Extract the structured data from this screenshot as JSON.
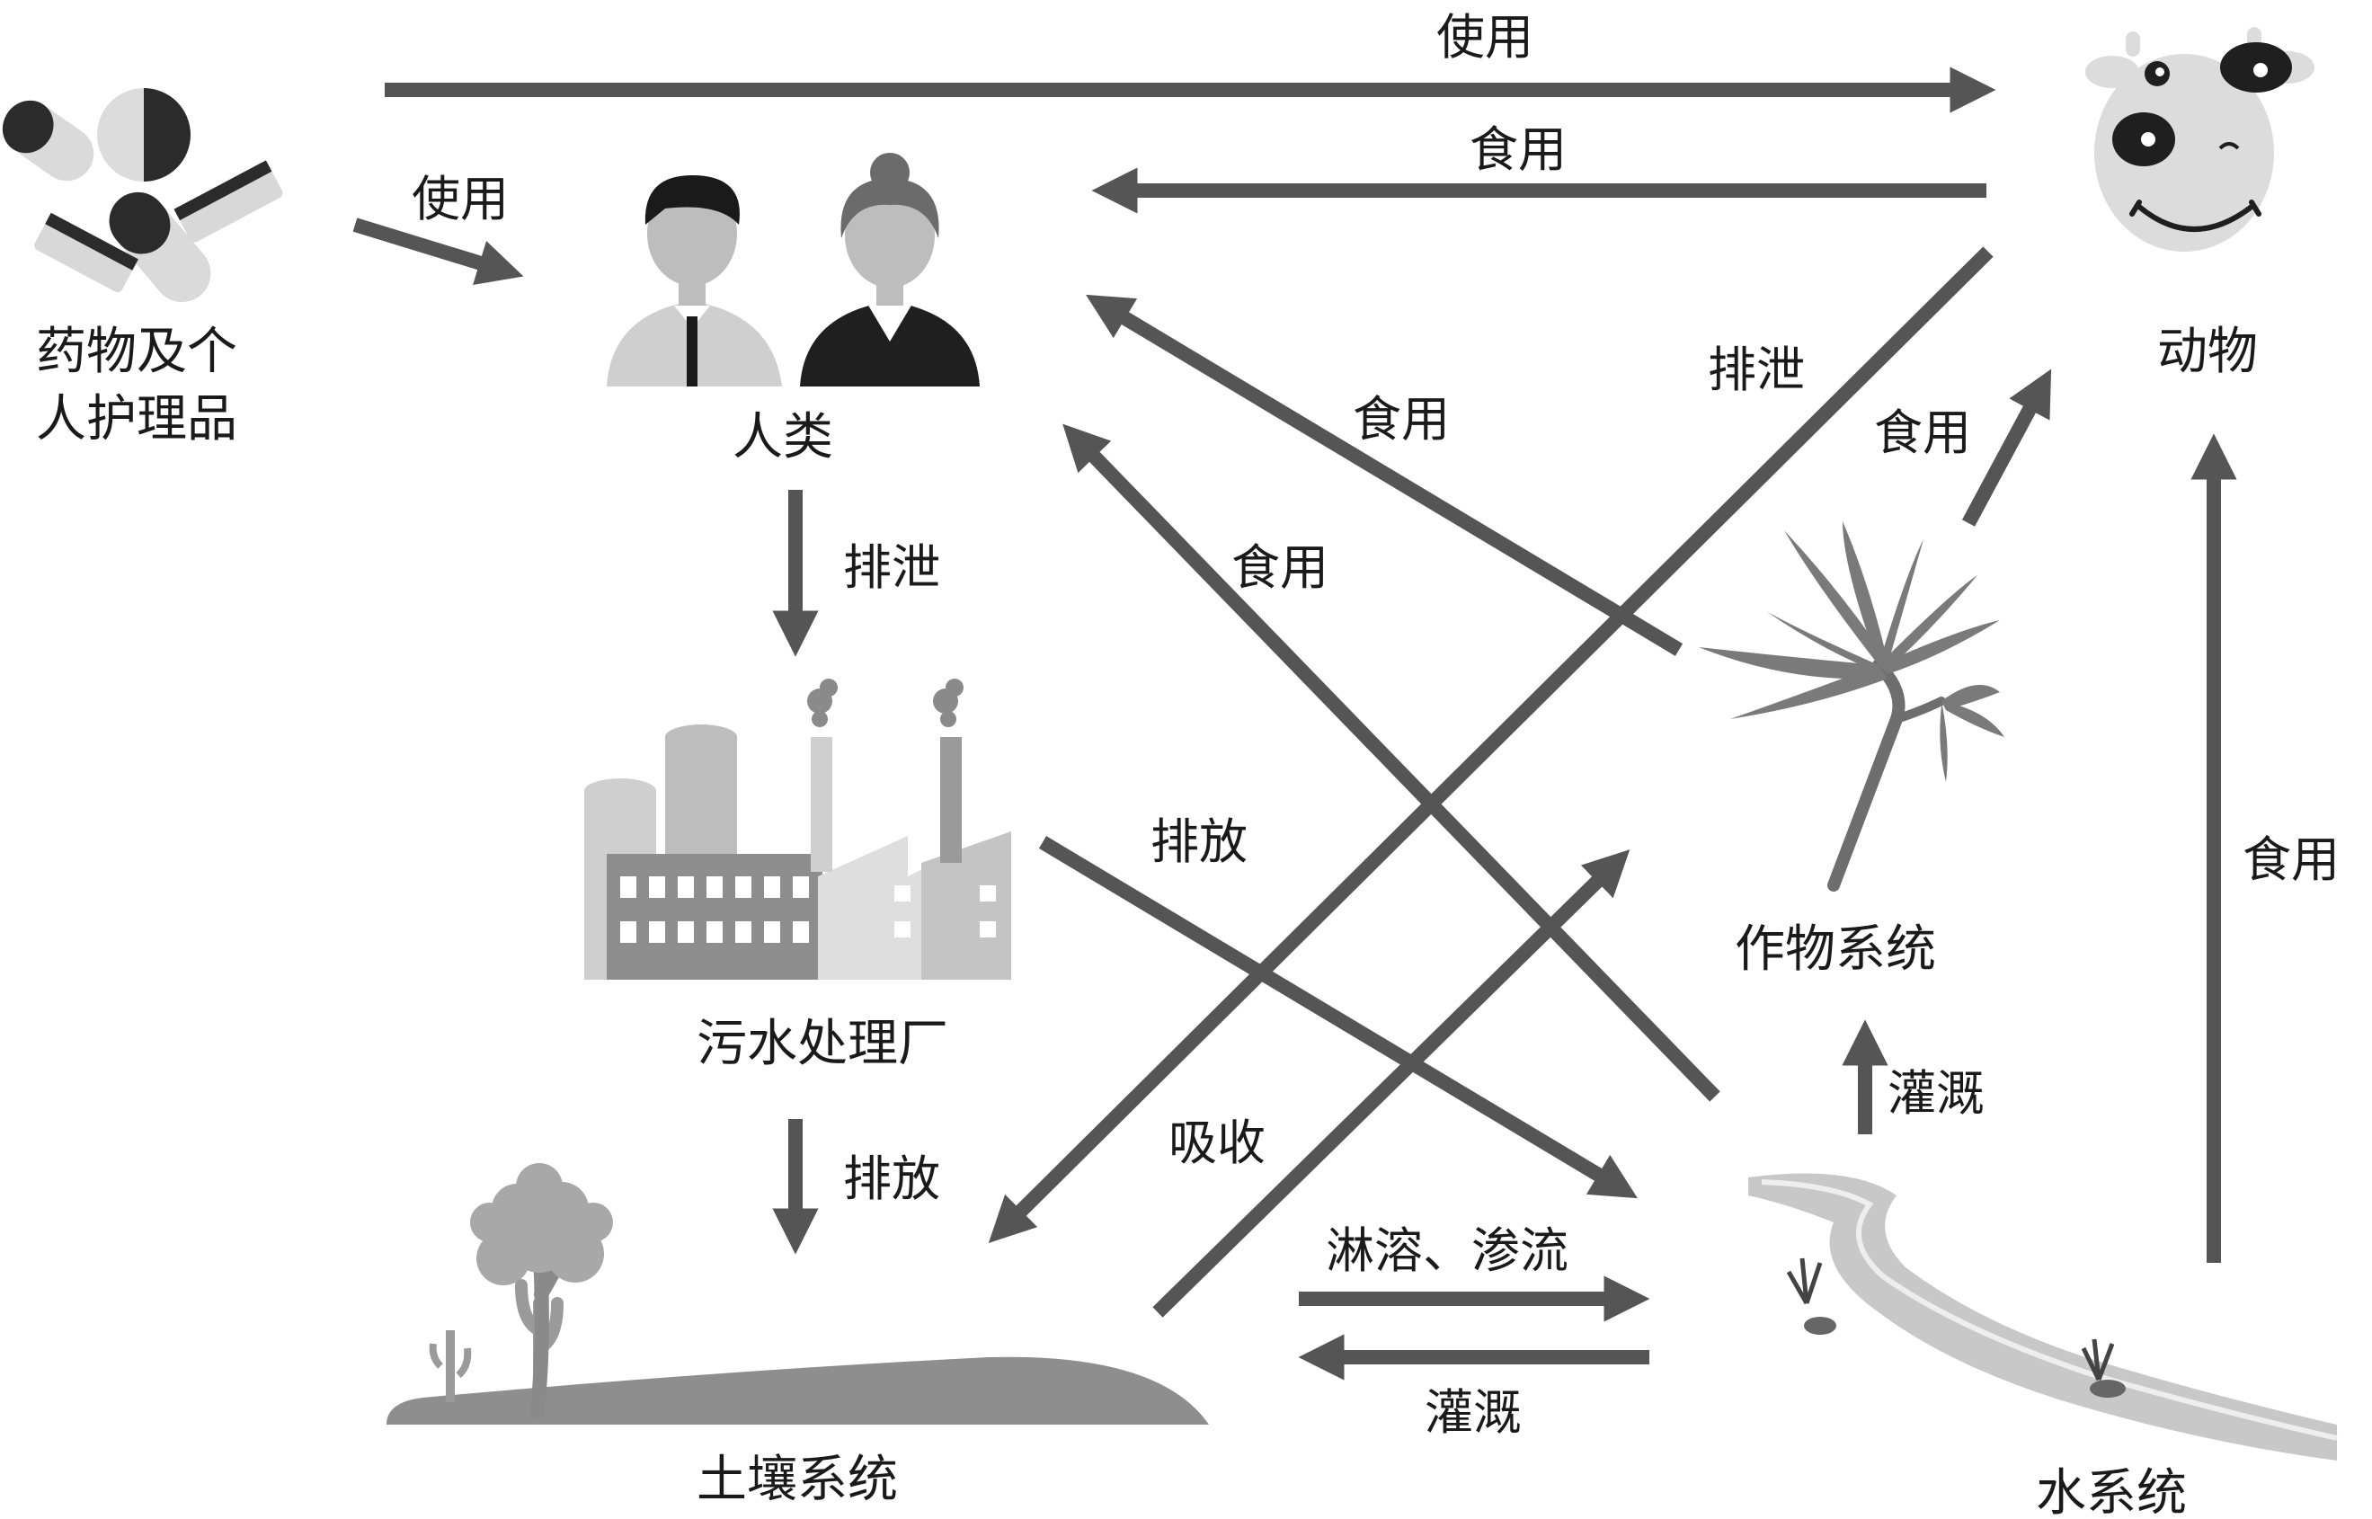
{
  "nodes": {
    "drugs": {
      "label_line1": "药物及个",
      "label_line2": "人护理品"
    },
    "humans": {
      "label": "人类"
    },
    "wwtp": {
      "label": "污水处理厂"
    },
    "soil": {
      "label": "土壤系统"
    },
    "water": {
      "label": "水系统"
    },
    "crops": {
      "label": "作物系统"
    },
    "animals": {
      "label": "动物"
    }
  },
  "edges": {
    "drugs_to_animals": "使用",
    "animals_to_humans": "食用",
    "drugs_to_humans": "使用",
    "humans_to_wwtp": "排泄",
    "wwtp_to_soil": "排放",
    "wwtp_to_water": "排放",
    "animals_to_soil": "排泄",
    "crops_to_humans": "食用",
    "water_to_humans": "食用",
    "crops_to_animals": "食用",
    "water_to_animals": "食用",
    "soil_to_crops": "吸收",
    "soil_to_water": "淋溶、渗流",
    "water_to_soil": "灌溉",
    "water_to_crops": "灌溉"
  },
  "colors": {
    "arrow": "#555555",
    "text": "#1a1a1a"
  },
  "icons": [
    "pills-icon",
    "people-icon",
    "factory-icon",
    "tree-soil-icon",
    "river-icon",
    "palm-crop-icon",
    "cow-icon"
  ]
}
